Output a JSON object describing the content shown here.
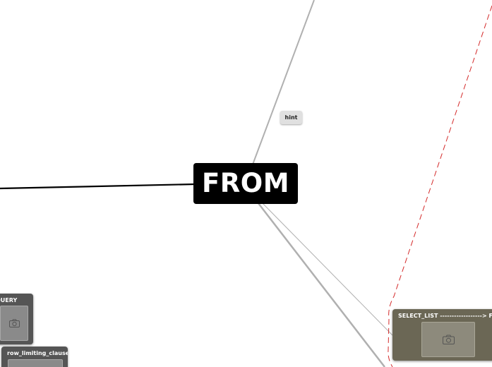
{
  "mindmap": {
    "central_topic": "FROM",
    "hint_label": "hint",
    "cards": {
      "subquery_title": "QUERY",
      "row_limiting_title": "row_limiting_clause",
      "select_list_title": "SELECT_LIST ------------------> FRO"
    }
  },
  "colors": {
    "central_bg": "#000000",
    "card_bg": "#555555",
    "select_card_bg": "#6b6755",
    "connector_gray": "#b0b0b0",
    "dashed_boundary": "#d42a2a"
  },
  "icons": {
    "photo": "camera-icon"
  }
}
